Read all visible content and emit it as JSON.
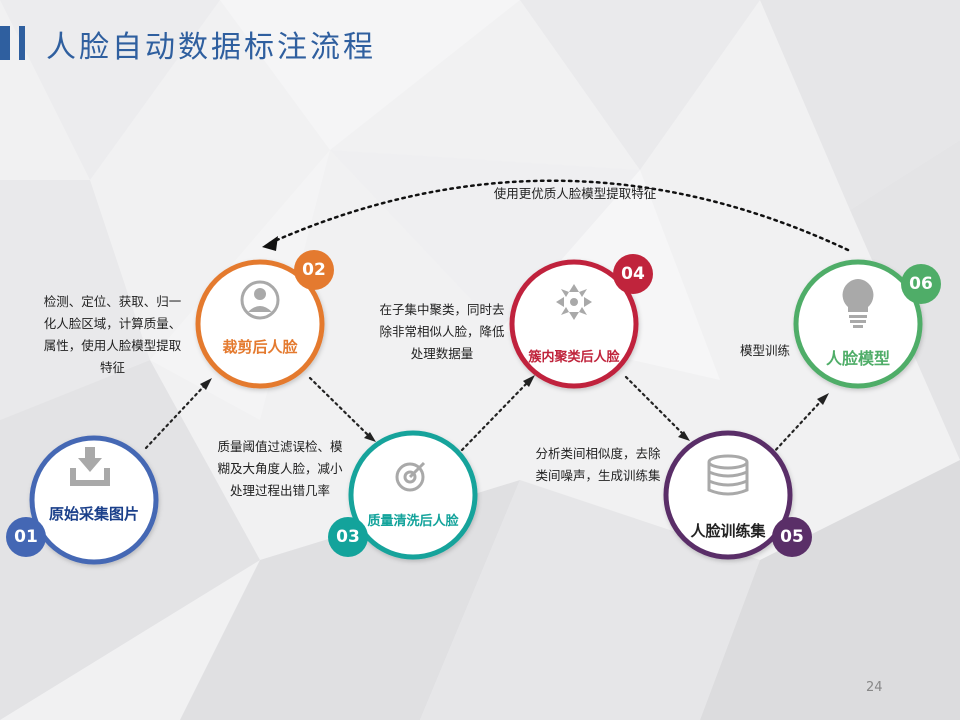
{
  "title": "人脸自动数据标注流程",
  "feedback_label": "使用更优质人脸模型提取特征",
  "colors": {
    "accent": "#2f5f9f",
    "step01": "#4467b4",
    "step02": "#e47a2f",
    "step03": "#13a39b",
    "step04": "#c0243c",
    "step05": "#5a2f68",
    "step06": "#4fad68"
  },
  "steps": [
    {
      "num": "01",
      "label": "原始采集图片",
      "icon": "download-icon"
    },
    {
      "num": "02",
      "label": "裁剪后人脸",
      "icon": "user-icon"
    },
    {
      "num": "03",
      "label": "质量清洗后人脸",
      "icon": "target-icon"
    },
    {
      "num": "04",
      "label": "簇内聚类后人脸",
      "icon": "cluster-icon"
    },
    {
      "num": "05",
      "label": "人脸训练集",
      "icon": "database-icon"
    },
    {
      "num": "06",
      "label": "人脸模型",
      "icon": "lightbulb-icon"
    }
  ],
  "descriptions": {
    "d1": [
      "检测、定位、获取、归一",
      "化人脸区域，计算质量、",
      "属性，使用人脸模型提取",
      "特征"
    ],
    "d2": [
      "质量阈值过滤误检、模",
      "糊及大角度人脸，减小",
      "处理过程出错几率"
    ],
    "d3": [
      "在子集中聚类，同时去",
      "除非常相似人脸，降低",
      "处理数据量"
    ],
    "d4": [
      "分析类间相似度，去除",
      "类间噪声，生成训练集"
    ],
    "d5": [
      "模型训练"
    ]
  },
  "page_number": "24"
}
